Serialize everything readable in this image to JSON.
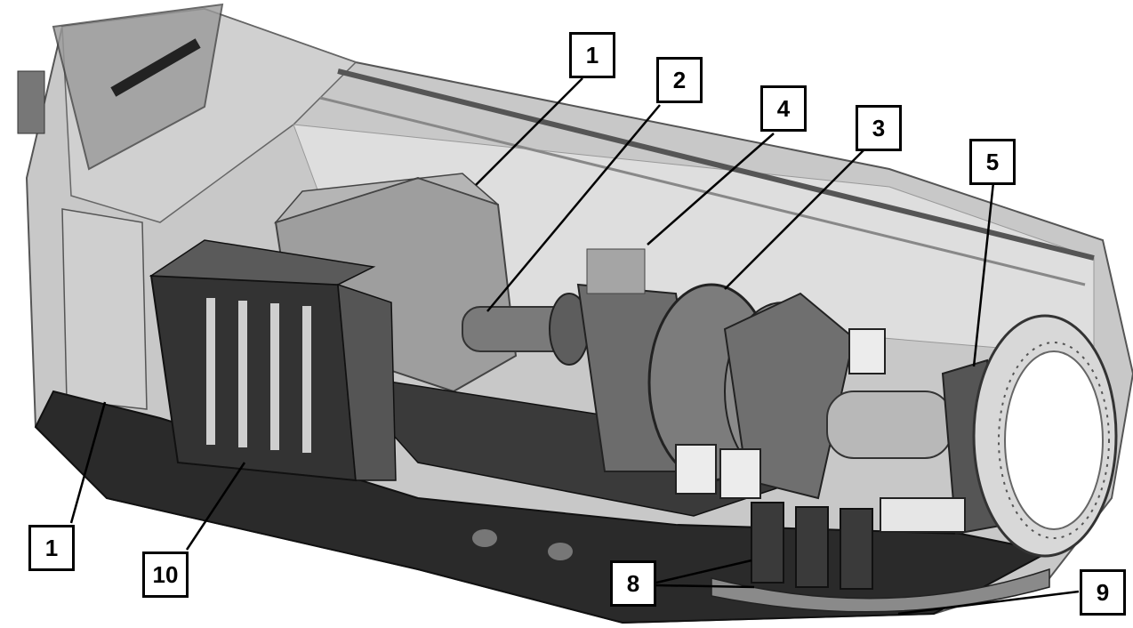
{
  "diagram": {
    "callouts": [
      {
        "id": "c1-top",
        "label": "1"
      },
      {
        "id": "c2",
        "label": "2"
      },
      {
        "id": "c4",
        "label": "4"
      },
      {
        "id": "c3",
        "label": "3"
      },
      {
        "id": "c5",
        "label": "5"
      },
      {
        "id": "c1-bottom",
        "label": "1"
      },
      {
        "id": "c10",
        "label": "10"
      },
      {
        "id": "c8",
        "label": "8"
      },
      {
        "id": "c9",
        "label": "9"
      }
    ]
  },
  "colors": {
    "background": "#ffffff",
    "nacelle_shell": "#c8c8c8",
    "interior_panel": "#d9d9d9",
    "frame_dark": "#2a2a2a",
    "component_gray": "#8e8e8e",
    "callout_border": "#000000"
  }
}
